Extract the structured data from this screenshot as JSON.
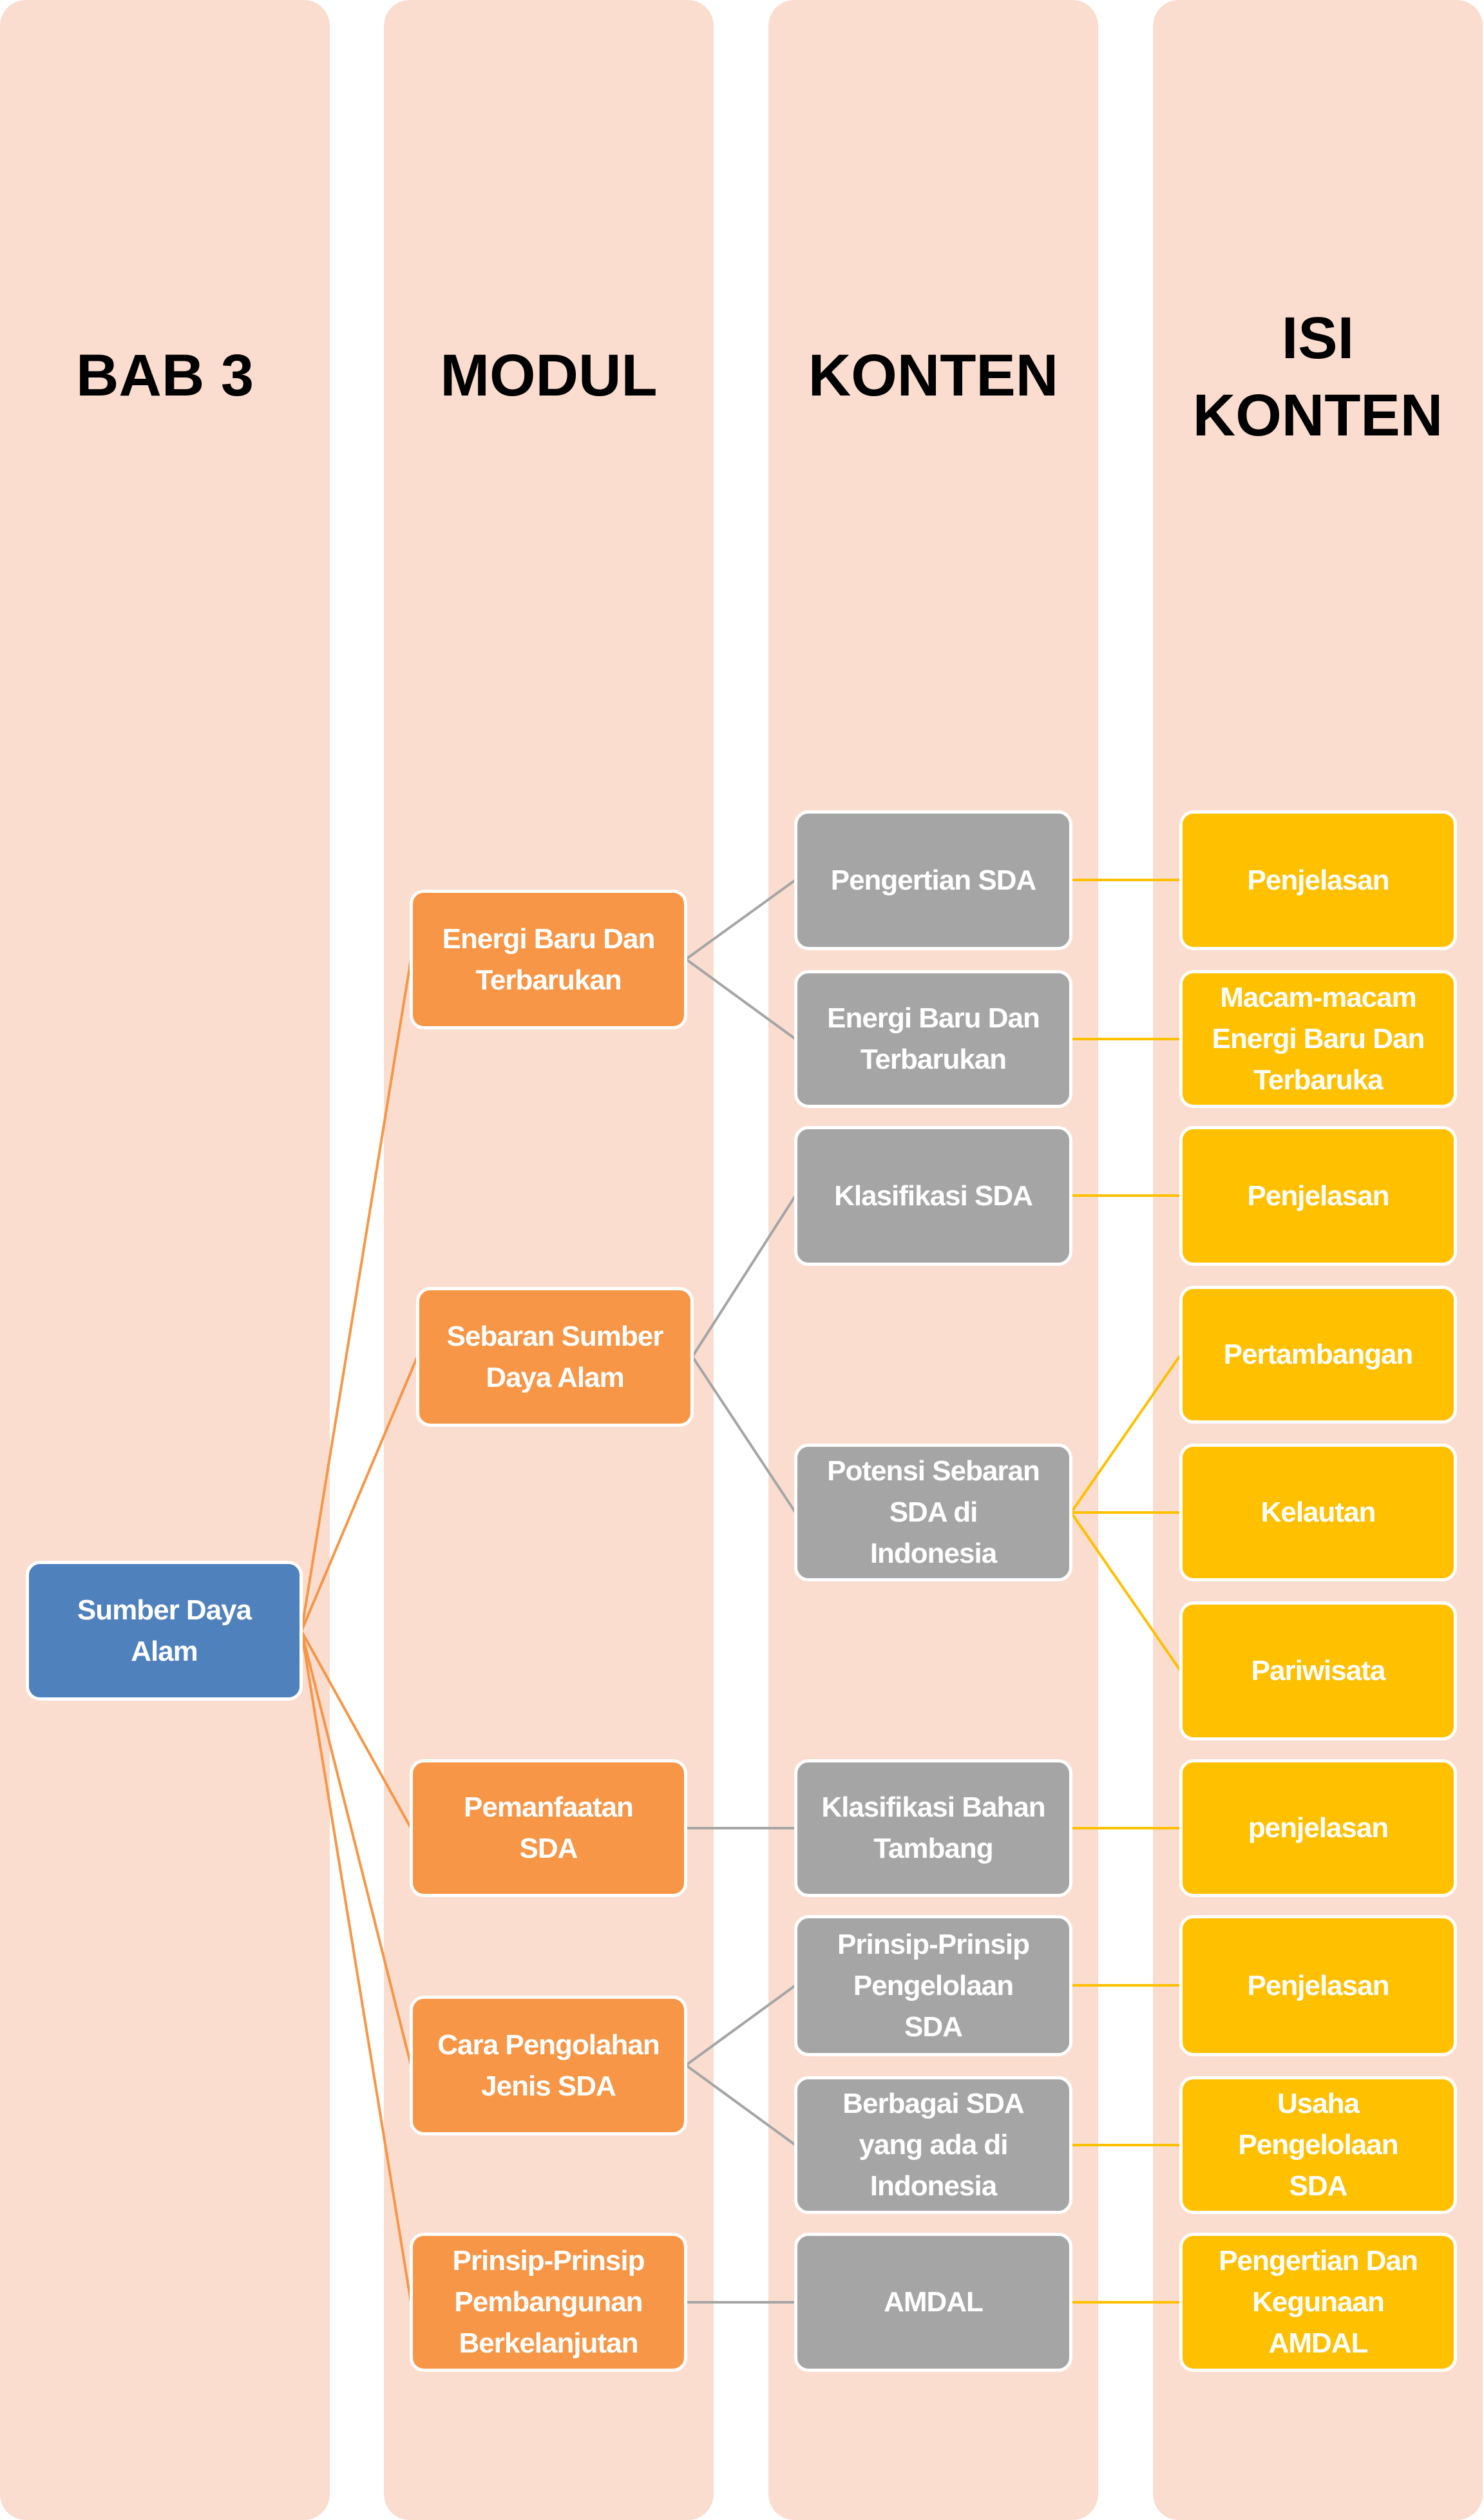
{
  "colors": {
    "column_bg": "#FBDDD0",
    "root": "#4F81BD",
    "modul": "#F79646",
    "konten": "#A5A5A5",
    "isi": "#FFC000"
  },
  "headers": {
    "bab": "BAB 3",
    "modul": "MODUL",
    "konten": "KONTEN",
    "isi_line1": "ISI",
    "isi_line2": "KONTEN"
  },
  "root": "Sumber Daya\nAlam",
  "modul": [
    "Energi Baru Dan\nTerbarukan",
    "Sebaran Sumber\nDaya Alam",
    "Pemanfaatan\nSDA",
    "Cara Pengolahan\nJenis SDA",
    "Prinsip-Prinsip\nPembangunan\nBerkelanjutan"
  ],
  "konten": [
    "Pengertian SDA",
    "Energi Baru Dan\nTerbarukan",
    "Klasifikasi SDA",
    "Potensi Sebaran\nSDA di\nIndonesia",
    "Klasifikasi Bahan\nTambang",
    "Prinsip-Prinsip\nPengelolaan\nSDA",
    "Berbagai SDA\nyang ada di\nIndonesia",
    "AMDAL"
  ],
  "isi": [
    "Penjelasan",
    "Macam-macam\nEnergi Baru Dan\nTerbaruka",
    "Penjelasan",
    "Pertambangan",
    "Kelautan",
    "Pariwisata",
    "penjelasan",
    "Penjelasan",
    "Usaha\nPengelolaan\nSDA",
    "Pengertian Dan\nKegunaan\nAMDAL"
  ]
}
